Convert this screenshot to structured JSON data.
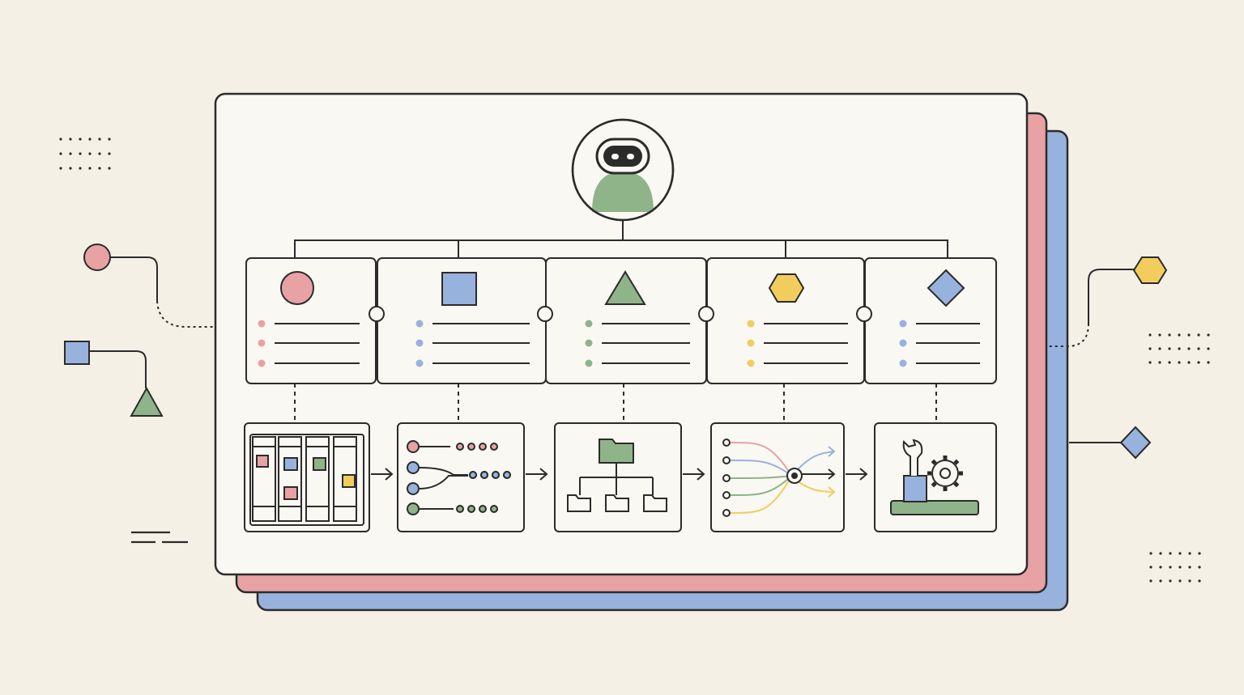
{
  "palette": {
    "background": "#f5f0e6",
    "panel": "#faf8f2",
    "ink": "#2b2b2b",
    "red": "#e8a2a4",
    "blue": "#97b2dc",
    "green": "#8fb489",
    "yellow": "#f2cd5e"
  },
  "agent": {
    "icon": "robot-agent-icon"
  },
  "cards": [
    {
      "shape": "circle",
      "color": "red"
    },
    {
      "shape": "square",
      "color": "blue"
    },
    {
      "shape": "triangle",
      "color": "green"
    },
    {
      "shape": "hexagon",
      "color": "yellow"
    },
    {
      "shape": "diamond",
      "color": "blue"
    }
  ],
  "tools": [
    {
      "icon": "kanban-board-icon"
    },
    {
      "icon": "queue-pipelines-icon"
    },
    {
      "icon": "folder-tree-icon"
    },
    {
      "icon": "merge-router-icon"
    },
    {
      "icon": "wrench-gear-icon"
    }
  ],
  "decorations": {
    "left": [
      "red-circle",
      "blue-square",
      "green-triangle"
    ],
    "right": [
      "yellow-hexagon",
      "blue-diamond"
    ]
  }
}
